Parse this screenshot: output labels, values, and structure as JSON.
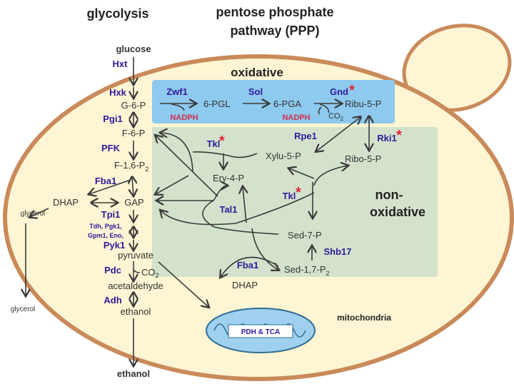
{
  "titles": {
    "glycolysis": "glycolysis",
    "ppp_line1": "pentose phosphate",
    "ppp_line2": "pathway (PPP)"
  },
  "regions": {
    "oxidative": "oxidative",
    "non1": "non-",
    "non2": "oxidative",
    "mitochondria": "mitochondria",
    "mito_label": "PDH & TCA"
  },
  "glycolysis": {
    "glucose": "glucose",
    "hxt": "Hxt",
    "hxk": "Hxk",
    "g6p": "G-6-P",
    "pgi1": "Pgi1",
    "f6p": "F-6-P",
    "pfk": "PFK",
    "f16p2": "F-1,6-P",
    "f16p2_sub": "2",
    "fba1": "Fba1",
    "dhap": "DHAP",
    "gap": "GAP",
    "tpi1": "Tpi1",
    "lower1": "Tdh, Pgk1,",
    "lower2": "Gpm1, Eno,",
    "pyk1": "Pyk1",
    "pyruvate": "pyruvate",
    "pdc": "Pdc",
    "co2": "CO",
    "co2_sub": "2",
    "acetaldehyde": "acetaldehyde",
    "adh": "Adh",
    "ethanol": "ethanol",
    "glycerol_in": "glycerol",
    "glycerol_out": "glycerol",
    "ethanol_out": "ethanol"
  },
  "oxidative": {
    "zwf1": "Zwf1",
    "pgl": "6-PGL",
    "sol": "Sol",
    "pga": "6-PGA",
    "gnd": "Gnd",
    "ribu": "Ribu-5-P",
    "nadph1": "NADPH",
    "nadph2": "NADPH",
    "co2": "CO",
    "co2_sub": "2"
  },
  "nonoxidative": {
    "tkl1": "Tkl",
    "xylu": "Xylu-5-P",
    "rpe1": "Rpe1",
    "rki1": "Rki1",
    "ribo": "Ribo-5-P",
    "ery": "Ery-4-P",
    "tal1": "Tal1",
    "tkl2": "Tkl",
    "sed7p": "Sed-7-P",
    "shb17": "Shb17",
    "fba1": "Fba1",
    "sed17": "Sed-1,7-P",
    "sed17_sub": "2",
    "dhap": "DHAP"
  },
  "star": "*",
  "colors": {
    "cell_border": "#c98a5a",
    "cytoplasm": "#fdf5d3",
    "oxidative_box": "#8ec9ee",
    "nonoxidative_box": "#d4e2cc",
    "enzyme": "#2e1a9c",
    "cofactor": "#d0304a",
    "mito": "#9fd0ee"
  }
}
